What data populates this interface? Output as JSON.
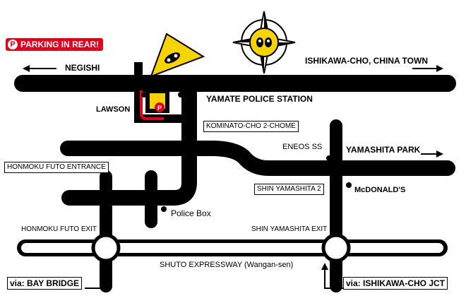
{
  "parking_badge": {
    "icon": "P",
    "text": "PARKING IN REAR!"
  },
  "labels": {
    "negishi": "NEGISHI",
    "ishikawa_china": "ISHIKAWA-CHO, CHINA TOWN",
    "lawson": "LAWSON",
    "yamate_police": "YAMATE POLICE STATION",
    "kominato": "KOMINATO-CHO 2-CHOME",
    "eneos": "ENEOS SS",
    "yamashita_park": "YAMASHITA PARK",
    "honmoku_entrance": "HONMOKU FUTO ENTRANCE",
    "shin_yamashita_2": "SHIN YAMASHITA 2",
    "mcdonalds": "McDONALD'S",
    "police_box": "Police Box",
    "honmoku_exit": "HONMOKU FUTO EXIT",
    "shin_yamashita_exit": "SHIN YAMASHITA EXIT",
    "shuto": "SHUTO EXPRESSWAY (Wangan-sen)",
    "via_bay_bridge": "via: BAY BRIDGE",
    "via_ishikawa_jct": "via: ISHIKAWA-CHO JCT"
  },
  "colors": {
    "road": "#000000",
    "accent": "#e2001a",
    "shop_yellow": "#f5d400"
  },
  "icons": {
    "compass": "compass-rose-icon",
    "shop": "mooneyes-shop-icon",
    "pin": "parking-pin-icon"
  }
}
